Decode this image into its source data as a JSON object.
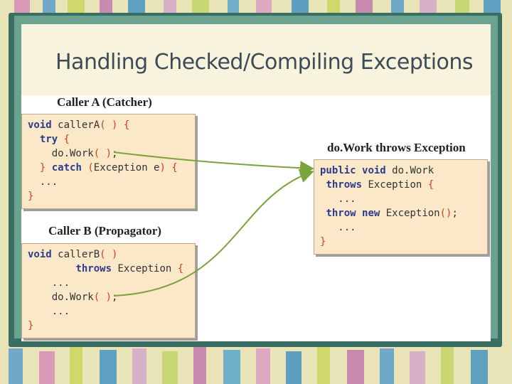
{
  "slide": {
    "title": "Handling Checked/Compiling Exceptions"
  },
  "callerA": {
    "heading": "Caller A (Catcher)",
    "lines": [
      {
        "parts": [
          {
            "t": "void",
            "k": true
          },
          {
            "t": " callerA"
          },
          {
            "t": "( )",
            "b": true
          },
          {
            "t": " "
          },
          {
            "t": "{",
            "b": true
          }
        ]
      },
      {
        "parts": [
          {
            "t": "  "
          },
          {
            "t": "try",
            "k": true
          },
          {
            "t": " "
          },
          {
            "t": "{",
            "b": true
          }
        ]
      },
      {
        "parts": [
          {
            "t": "    do.Work"
          },
          {
            "t": "( )",
            "b": true
          },
          {
            "t": ";"
          }
        ]
      },
      {
        "parts": [
          {
            "t": "  "
          },
          {
            "t": "}",
            "b": true
          },
          {
            "t": " "
          },
          {
            "t": "catch",
            "k": true
          },
          {
            "t": " "
          },
          {
            "t": "(",
            "b": true
          },
          {
            "t": "Exception e"
          },
          {
            "t": ")",
            "b": true
          },
          {
            "t": " "
          },
          {
            "t": "{",
            "b": true
          }
        ]
      },
      {
        "parts": [
          {
            "t": "  ..."
          }
        ]
      },
      {
        "parts": [
          {
            "t": "}",
            "b": true
          }
        ]
      }
    ]
  },
  "callerB": {
    "heading": "Caller B (Propagator)",
    "lines": [
      {
        "parts": [
          {
            "t": "void",
            "k": true
          },
          {
            "t": " callerB"
          },
          {
            "t": "( )",
            "b": true
          }
        ]
      },
      {
        "parts": [
          {
            "t": "        "
          },
          {
            "t": "throws",
            "k": true
          },
          {
            "t": " Exception "
          },
          {
            "t": "{",
            "b": true
          }
        ]
      },
      {
        "parts": [
          {
            "t": "    ..."
          }
        ]
      },
      {
        "parts": [
          {
            "t": "    do.Work"
          },
          {
            "t": "( )",
            "b": true
          },
          {
            "t": ";"
          }
        ]
      },
      {
        "parts": [
          {
            "t": "    ..."
          }
        ]
      },
      {
        "parts": [
          {
            "t": "}",
            "b": true
          }
        ]
      }
    ]
  },
  "doWork": {
    "heading": "do.Work throws Exception",
    "lines": [
      {
        "parts": [
          {
            "t": "public",
            "k": true
          },
          {
            "t": " "
          },
          {
            "t": "void",
            "k": true
          },
          {
            "t": " do.Work"
          }
        ]
      },
      {
        "parts": [
          {
            "t": " "
          },
          {
            "t": "throws",
            "k": true
          },
          {
            "t": " Exception "
          },
          {
            "t": "{",
            "b": true
          }
        ]
      },
      {
        "parts": [
          {
            "t": "   ..."
          }
        ]
      },
      {
        "parts": [
          {
            "t": " "
          },
          {
            "t": "throw",
            "k": true
          },
          {
            "t": " "
          },
          {
            "t": "new",
            "k": true
          },
          {
            "t": " Exception"
          },
          {
            "t": "()",
            "b": true
          },
          {
            "t": ";"
          }
        ]
      },
      {
        "parts": [
          {
            "t": "   ..."
          }
        ]
      },
      {
        "parts": [
          {
            "t": "}",
            "b": true
          }
        ]
      }
    ]
  },
  "colors": {
    "arrow": "#7aa33a",
    "keyword": "#2c3b8c",
    "bracket": "#d04020",
    "codeBackground": "#fbe8c8"
  }
}
